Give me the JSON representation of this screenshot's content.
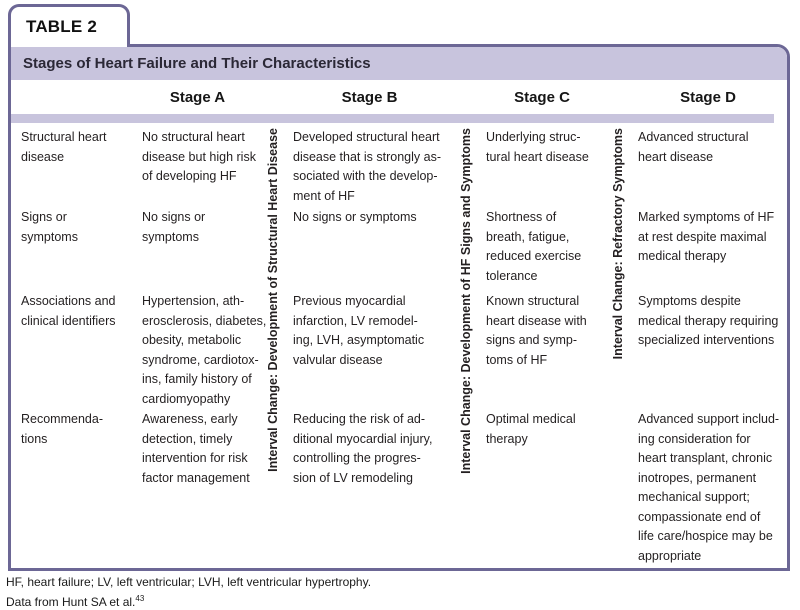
{
  "tab_label": "TABLE 2",
  "table": {
    "title": "Stages of Heart Failure and Their Characteristics",
    "stage_headers": [
      "Stage A",
      "Stage B",
      "Stage C",
      "Stage D"
    ],
    "interval_labels": [
      "Interval Change: Development of Structural Heart Disease",
      "Interval Change: Development of HF Signs and Symptoms",
      "Interval Change: Refractory Symptoms"
    ],
    "body": {
      "rows": [
        {
          "label": "Structural heart\ndisease",
          "a": "No structural heart\ndisease but high risk\nof developing HF",
          "b": "Developed structural heart\ndisease that is strongly as-\nsociated with the develop-\nment of HF",
          "c": "Underlying struc-\ntural heart disease",
          "d": "Advanced structural\nheart disease"
        },
        {
          "label": "Signs or\nsymptoms",
          "a": "No signs or\nsymptoms",
          "b": "No signs or symptoms",
          "c": "Shortness of\nbreath, fatigue,\nreduced exercise\ntolerance",
          "d": "Marked symptoms of HF\nat rest despite maximal\nmedical therapy"
        },
        {
          "label": "Associations and\nclinical identifiers",
          "a": "Hypertension, ath-\nerosclerosis, diabetes,\nobesity, metabolic\nsyndrome, cardiotox-\nins, family history of\ncardiomyopathy",
          "b": "Previous myocardial\ninfarction, LV remodel-\ning, LVH, asymptomatic\nvalvular disease",
          "c": "Known structural\nheart disease with\nsigns and symp-\ntoms of HF",
          "d": "Symptoms despite\nmedical therapy requiring\nspecialized interventions"
        },
        {
          "label": "Recommenda-\ntions",
          "a": "Awareness, early\ndetection, timely\nintervention for risk\nfactor management",
          "b": "Reducing the risk of ad-\nditional myocardial injury,\ncontrolling the progres-\nsion of LV remodeling",
          "c": "Optimal medical\ntherapy",
          "d": "Advanced support includ-\ning consideration for\nheart transplant, chronic\ninotropes, permanent\nmechanical support;\ncompassionate end of\nlife care/hospice may be\nappropriate"
        }
      ]
    }
  },
  "footnotes": {
    "abbreviations": "HF, heart failure; LV, left ventricular; LVH, left ventricular hypertrophy.",
    "source": "Data from Hunt SA et al.",
    "source_ref": "43"
  },
  "colors": {
    "lavender": "#c8c4dd",
    "border_purple": "#6c6795",
    "text": "#231f20"
  }
}
